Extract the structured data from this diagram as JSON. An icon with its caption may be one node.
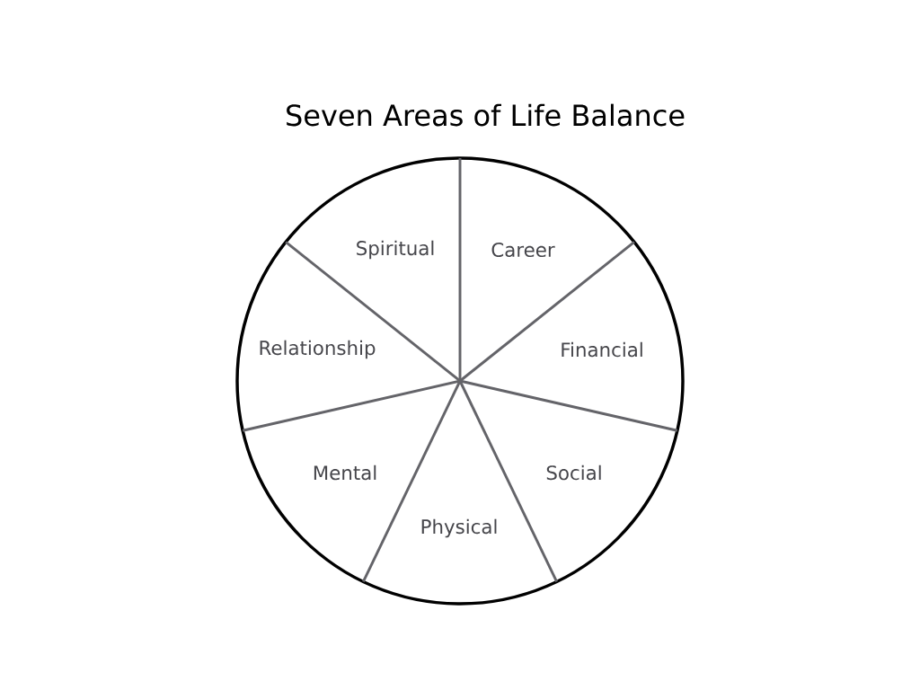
{
  "diagram": {
    "title": "Seven Areas of Life Balance",
    "nodes": [
      {
        "text": [],
        "shape": "circle"
      },
      {
        "text": [
          "Spiritual"
        ],
        "in": 0
      },
      {
        "text": [
          "Career"
        ],
        "in": 0
      },
      {
        "text": [
          "Relationship"
        ],
        "in": 0
      },
      {
        "text": [
          "Financial"
        ],
        "in": 0
      },
      {
        "text": [
          "Mental"
        ],
        "in": 0
      },
      {
        "text": [
          "Social"
        ],
        "in": 0
      },
      {
        "text": [
          "Physical"
        ],
        "in": 0
      }
    ],
    "edges": []
  }
}
